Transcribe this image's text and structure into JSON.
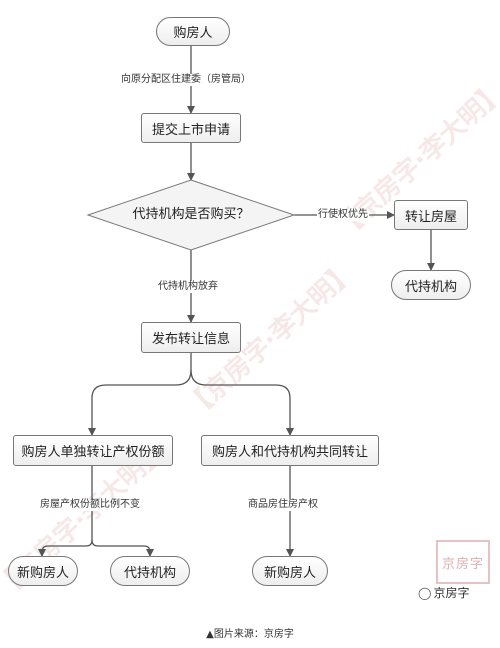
{
  "nodes": {
    "buyer": "购房人",
    "submit": "提交上市申请",
    "decision": "代持机构是否购买？",
    "transfer_house": "转让房屋",
    "agency_a": "代持机构",
    "publish": "发布转让信息",
    "buyer_alone": "购房人单独转让产权份额",
    "buyer_joint": "购房人和代持机构共同转让",
    "new_buyer_a": "新购房人",
    "agency_b": "代持机构",
    "new_buyer_b": "新购房人"
  },
  "edges": {
    "apply_to": "向原分配区住建委（房管局）",
    "priority": "行使权优先",
    "waive": "代持机构放弃",
    "ratio_unchanged": "房屋产权份额比例不变",
    "commercial": "商品房住房产权"
  },
  "watermark": "【京房字·李大明】",
  "seal_text": "京房字",
  "credit": "京房字",
  "credit_icon": "wechat-icon",
  "caption": "▲图片来源：京房字",
  "colors": {
    "line": "#555555",
    "border": "#777777",
    "watermark": "#cd6e6e"
  }
}
